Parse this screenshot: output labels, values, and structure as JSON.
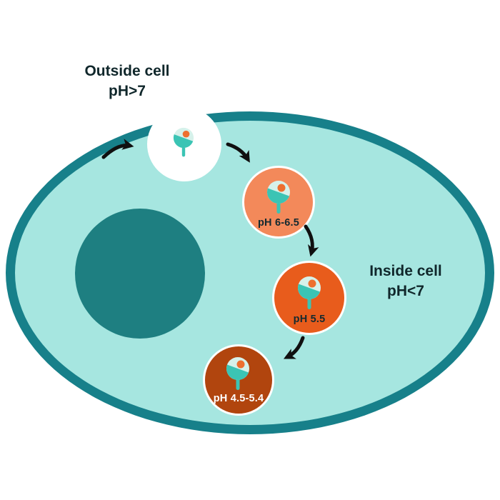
{
  "diagram": {
    "outside_label": {
      "line1": "Outside cell",
      "line2": "pH>7"
    },
    "inside_label": {
      "line1": "Inside cell",
      "line2": "pH<7"
    },
    "stages": [
      {
        "name": "entering-vesicle",
        "ph_label": ""
      },
      {
        "name": "early-endosome",
        "ph_label": "pH 6-6.5"
      },
      {
        "name": "late-endosome",
        "ph_label": "pH 5.5"
      },
      {
        "name": "lysosome",
        "ph_label": "pH 4.5-5.4"
      }
    ],
    "icons": {
      "receptor": "receptor-ligand-icon",
      "arrows": [
        "arrow-into-cell",
        "arrow-to-early-endosome",
        "arrow-to-late-endosome",
        "arrow-to-lysosome"
      ]
    },
    "colors": {
      "cell_fill": "#A6E6E0",
      "cell_membrane": "#17808A",
      "nucleus": "#1E7F81",
      "entering_vesicle": "#FFFFFF",
      "early_endosome": "#F3895A",
      "late_endosome": "#E85C1C",
      "lysosome": "#B1450E",
      "receptor_teal": "#3BC4B4",
      "receptor_pale": "#D6F1EA",
      "ligand_orange": "#ED6F2F",
      "arrow": "#101010",
      "text_dark": "#10272B",
      "text_light": "#FFFFFF"
    }
  }
}
